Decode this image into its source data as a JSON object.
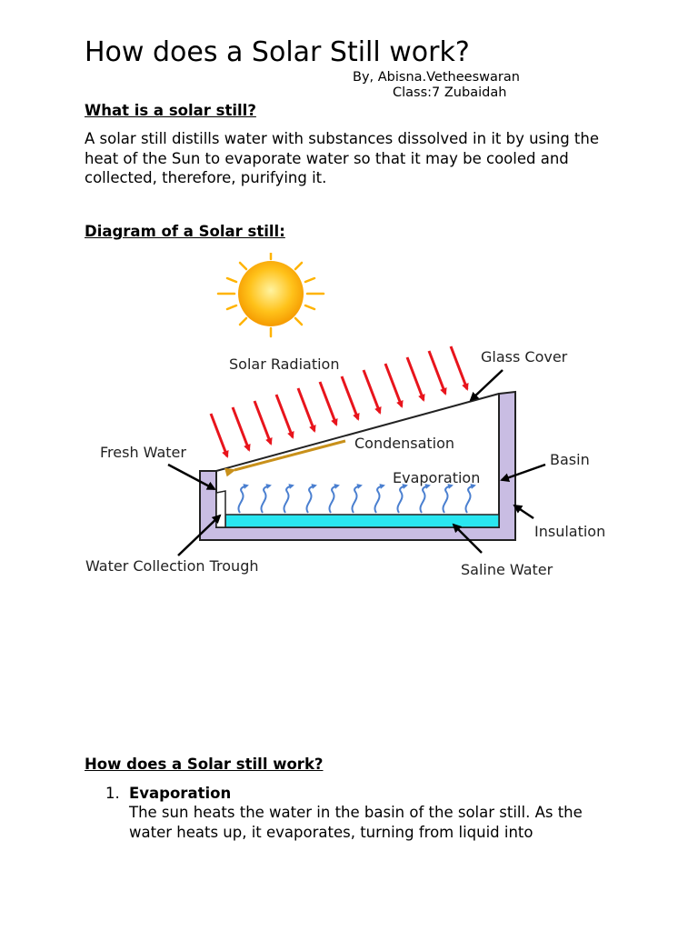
{
  "document": {
    "title": "How does a Solar Still work?",
    "byline": "By, Abisna.Vetheeswaran",
    "class_line": "Class:7 Zubaidah",
    "section1": {
      "heading": "What is a solar still?",
      "text": "A solar still distills water with substances dissolved in it by using the heat of the Sun to evaporate water so that it may be cooled and collected, therefore, purifying it."
    },
    "section2": {
      "heading": "Diagram of a Solar still:"
    },
    "diagram": {
      "labels": {
        "solar_radiation": "Solar Radiation",
        "glass_cover": "Glass Cover",
        "fresh_water": "Fresh Water",
        "condensation": "Condensation",
        "basin": "Basin",
        "evaporation": "Evaporation",
        "insulation": "Insulation",
        "water_collection_trough": "Water Collection Trough",
        "saline_water": "Saline Water"
      },
      "colors": {
        "sun": "#ffb300",
        "radiation_arrows": "#e8141c",
        "condensation_arrow": "#c8901a",
        "evaporation_arrows": "#4a7fd0",
        "insulation": "#c9bde3",
        "saline_water": "#29e6f0"
      }
    },
    "section3": {
      "heading": "How does a Solar still work?",
      "items": [
        {
          "number": "1.",
          "title": "Evaporation",
          "text": "The sun heats the water in the basin of the solar still. As the water heats up, it evaporates, turning from liquid into"
        }
      ]
    }
  }
}
